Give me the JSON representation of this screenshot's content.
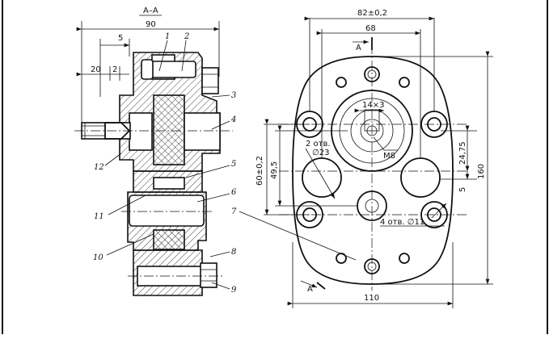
{
  "section_title": "А–А",
  "section_marker": "А",
  "dimensions": {
    "overall_width_left": "90",
    "dim_5": "5",
    "dim_20": "20",
    "dim_2": "2",
    "width_82": "82±0,2",
    "width_68": "68",
    "slot_14x3": "14×3",
    "thread_m8": "M8",
    "holes_2x23_a": "2 отв.",
    "holes_2x23_b": "∅23",
    "height_60": "60±0,2",
    "height_49": "49,5",
    "dim_24_75": "24,75",
    "dim_5_right": "5",
    "height_160": "160",
    "holes_4x11": "4 отв. ∅11",
    "width_110": "110"
  },
  "leaders": [
    "1",
    "2",
    "3",
    "4",
    "5",
    "6",
    "7",
    "8",
    "9",
    "10",
    "11",
    "12"
  ]
}
